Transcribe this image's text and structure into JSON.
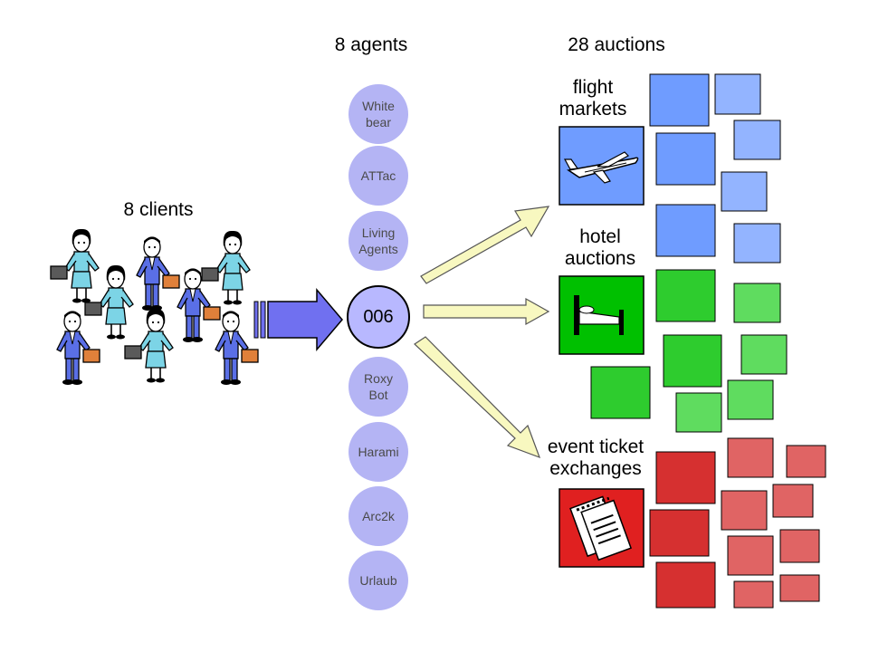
{
  "labels": {
    "agents": "8  agents",
    "auctions": "28 auctions",
    "clients": "8 clients",
    "flight": "flight\nmarkets",
    "hotel": "hotel\nauctions",
    "event": "event ticket\nexchanges"
  },
  "agents": [
    {
      "name": "White\nbear"
    },
    {
      "name": "ATTac"
    },
    {
      "name": "Living\nAgents"
    },
    {
      "name": "006"
    },
    {
      "name": "Roxy\nBot"
    },
    {
      "name": "Harami"
    },
    {
      "name": "Arc2k"
    },
    {
      "name": "Urlaub"
    }
  ],
  "colors": {
    "agent_fill": "#b4b4f4",
    "flight_dark": "#6f9cff",
    "flight_light": "#93b4ff",
    "hotel_dark": "#2ecc2e",
    "hotel_light": "#5fdc5f",
    "event_dark": "#d63030",
    "event_light": "#e06464",
    "arrow_fill": "#f8f8c0",
    "big_arrow": "#7070f0",
    "client_suit": "#5a6fe6",
    "client_dress": "#7cd4e6",
    "briefcase": "#e0803a"
  },
  "icons": [
    "airplane-icon",
    "bed-icon",
    "tickets-icon",
    "client-figure-icon",
    "briefcase-icon"
  ]
}
